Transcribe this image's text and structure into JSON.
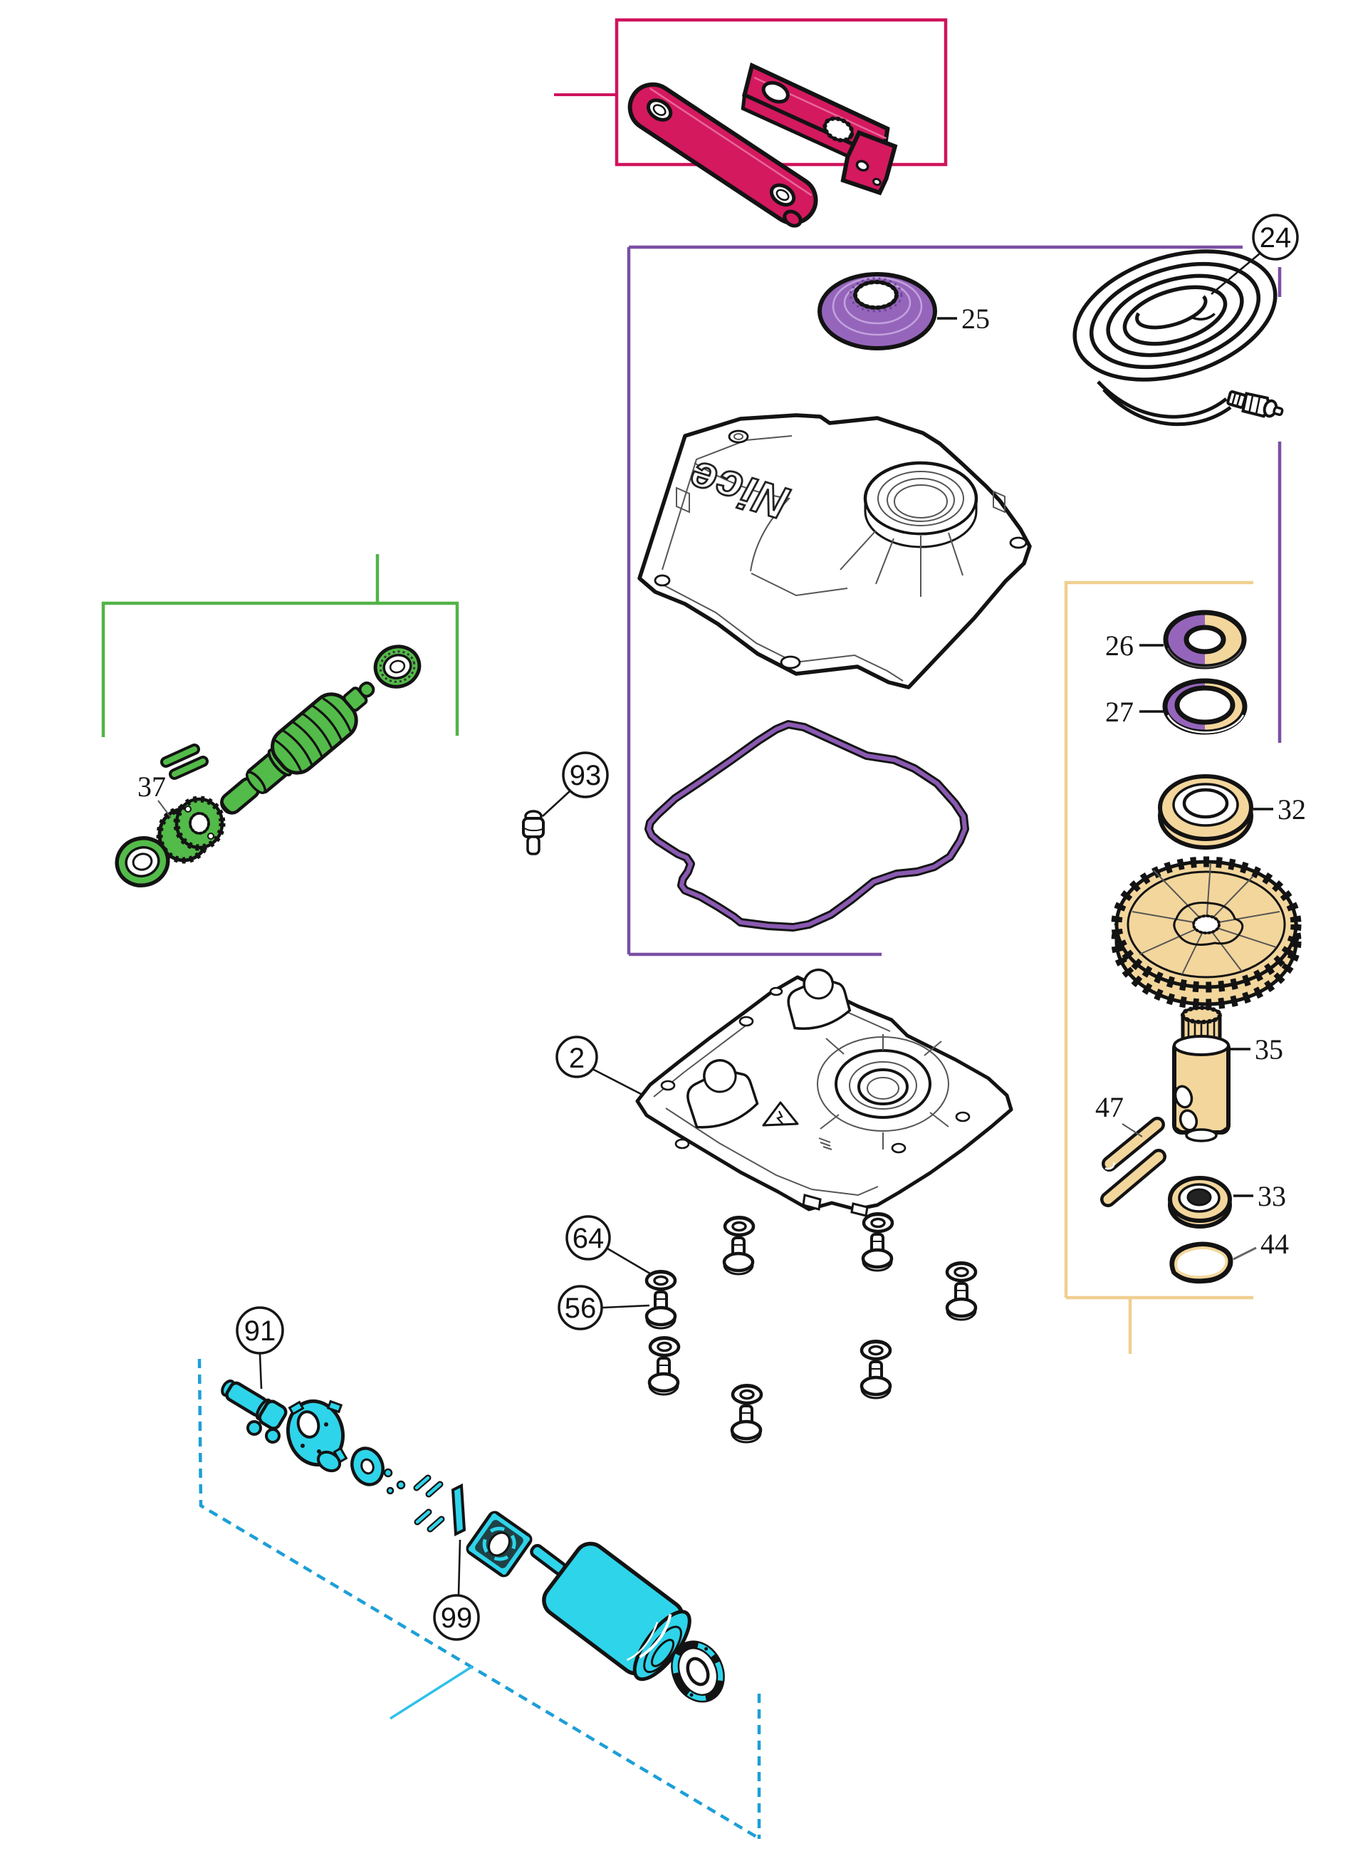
{
  "diagram": {
    "kind": "exploded-parts-diagram",
    "brand_logo": "Nice",
    "callouts": {
      "c2": "2",
      "c24": "24",
      "c56": "56",
      "c64": "64",
      "c91": "91",
      "c93": "93",
      "c99": "99"
    },
    "labels": {
      "l25": "25",
      "l26": "26",
      "l27": "27",
      "l32": "32",
      "l33": "33",
      "l35": "35",
      "l37": "37",
      "l44": "44",
      "l47": "47"
    },
    "colors": {
      "pink": "#d4195f",
      "purple_line": "#7a4fa5",
      "purple_fill": "#9565bb",
      "green": "#53bb49",
      "tan_fill": "#f3d69c",
      "tan_line": "#f0cf8f",
      "cyan_fill": "#2ed4ea",
      "cyan_dash": "#1d9fd6",
      "ink": "#131313"
    }
  }
}
